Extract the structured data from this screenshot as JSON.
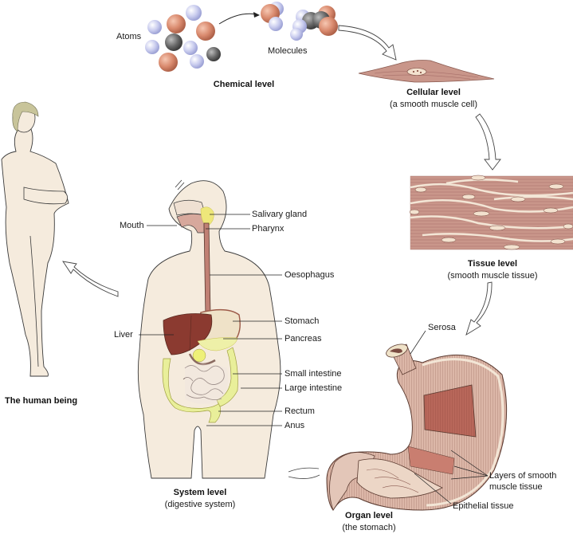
{
  "title": "Levels of structural organization of the human body",
  "colors": {
    "skin": "#f5ebdd",
    "outline": "#3a3a3a",
    "atom_blue": "#c9ccee",
    "atom_orange": "#d98a6e",
    "atom_grey": "#6a6a6a",
    "muscle": "#c9968a",
    "muscle_dark": "#a8706a",
    "liver": "#8b3a30",
    "intestine_yellow": "#e9ef9a",
    "hair": "#c8c49a"
  },
  "levels": [
    {
      "id": "chemical",
      "title": "Chemical level",
      "subtitle": "",
      "items": [
        "Atoms",
        "Molecules"
      ]
    },
    {
      "id": "cellular",
      "title": "Cellular level",
      "subtitle": "(a smooth muscle cell)"
    },
    {
      "id": "tissue",
      "title": "Tissue level",
      "subtitle": "(smooth muscle tissue)"
    },
    {
      "id": "organ",
      "title": "Organ level",
      "subtitle": "(the stomach)"
    },
    {
      "id": "system",
      "title": "System level",
      "subtitle": "(digestive system)"
    },
    {
      "id": "organism",
      "title": "The human being",
      "subtitle": ""
    }
  ],
  "system_labels": {
    "left": [
      "Mouth",
      "Liver"
    ],
    "right": [
      "Salivary gland",
      "Pharynx",
      "Oesophagus",
      "Stomach",
      "Pancreas",
      "Small intestine",
      "Large intestine",
      "Rectum",
      "Anus"
    ]
  },
  "organ_labels": [
    "Serosa",
    "Layers of smooth",
    "muscle tissue",
    "Epithelial tissue"
  ],
  "flow": [
    "chemical",
    "cellular",
    "tissue",
    "organ",
    "system",
    "organism"
  ]
}
